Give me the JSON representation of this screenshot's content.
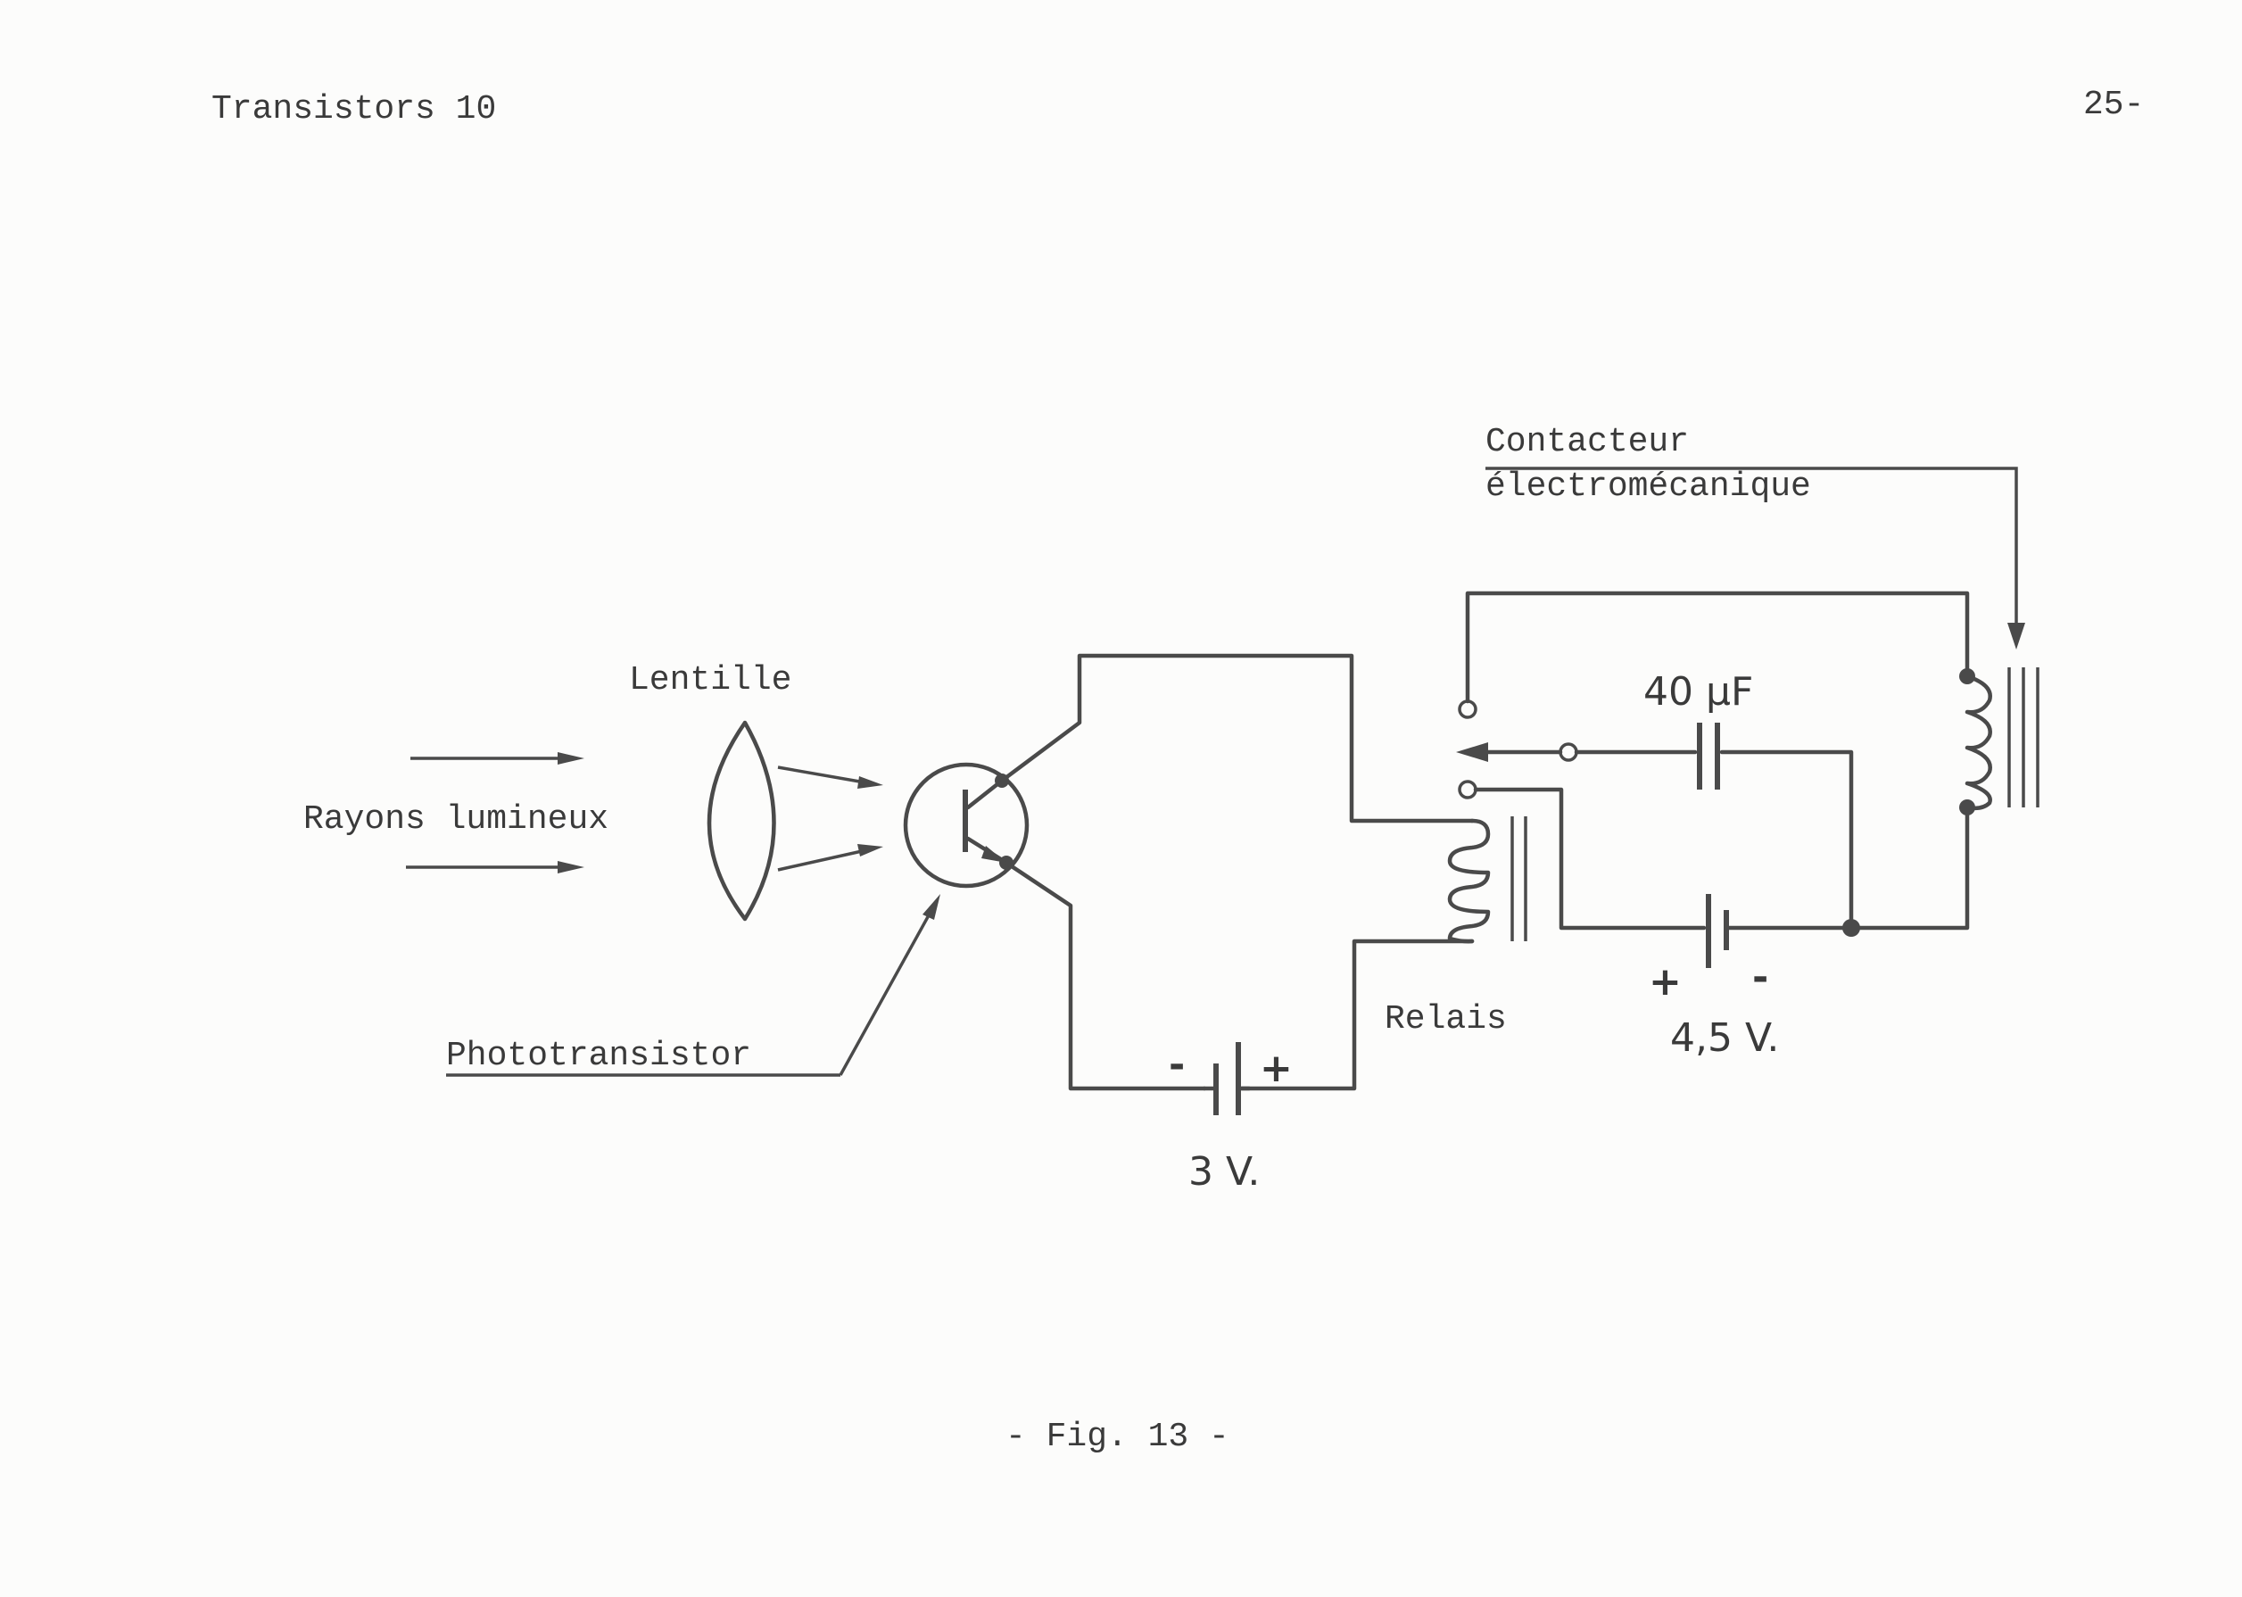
{
  "header": {
    "left": "Transistors 10",
    "right": "25-"
  },
  "labels": {
    "contacteur_line1": "Contacteur",
    "contacteur_line2": "électromécanique",
    "lentille": "Lentille",
    "rayons": "Rayons lumineux",
    "phototransistor": "Phototransistor",
    "relais": "Relais",
    "capacitor": "40 µF",
    "battery_small": "3 V.",
    "battery_small_minus": "-",
    "battery_small_plus": "+",
    "battery_large": "4,5 V.",
    "battery_large_plus": "+",
    "battery_large_minus": "-"
  },
  "caption": "- Fig. 13 -"
}
